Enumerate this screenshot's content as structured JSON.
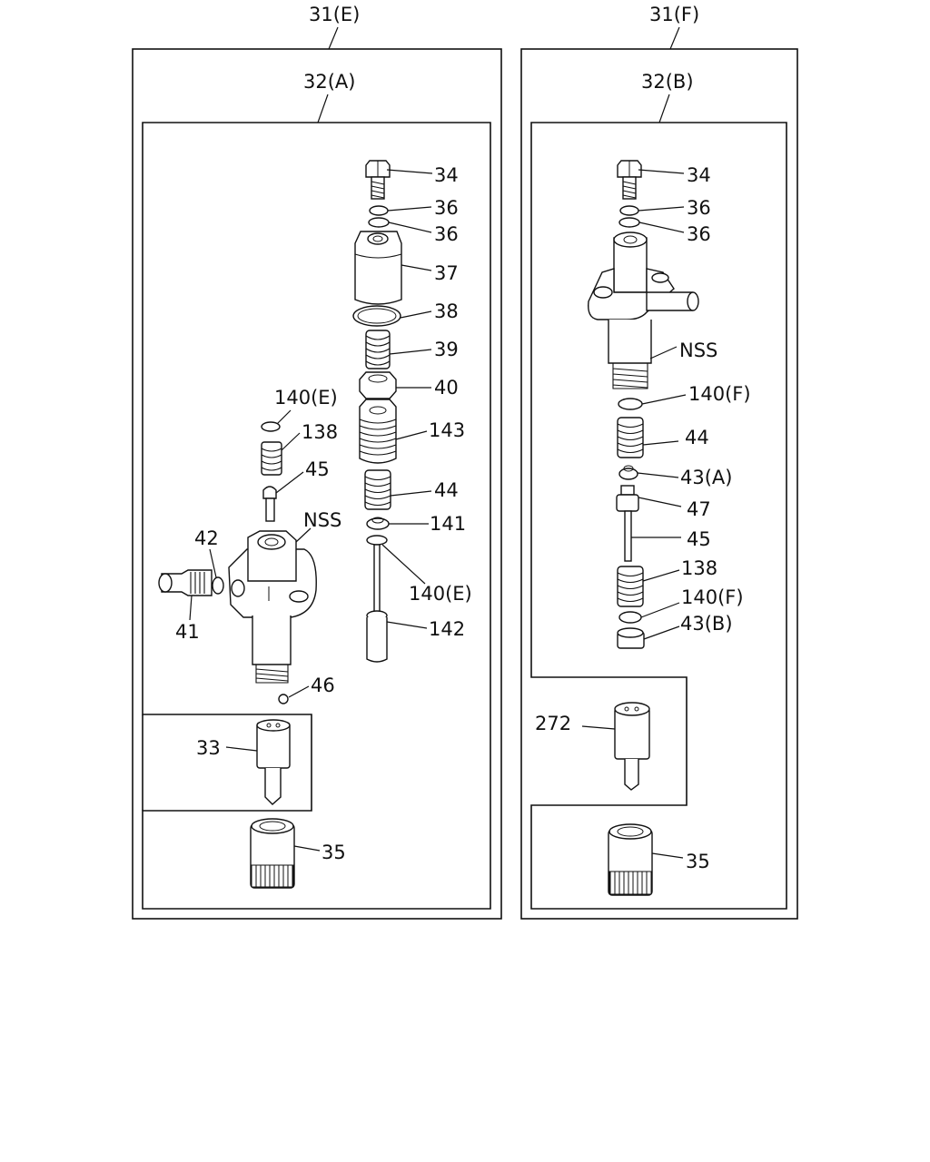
{
  "assembly_left": {
    "header": "31(E)",
    "subassembly": "32(A)"
  },
  "assembly_right": {
    "header": "31(F)",
    "subassembly": "32(B)"
  },
  "callouts_left": {
    "c34": "34",
    "c36a": "36",
    "c36b": "36",
    "c37": "37",
    "c38": "38",
    "c39": "39",
    "c40": "40",
    "c143": "143",
    "c44": "44",
    "c141": "141",
    "c140e_b": "140(E)",
    "c142": "142",
    "c140e_a": "140(E)",
    "c138": "138",
    "c45": "45",
    "cnss": "NSS",
    "c42": "42",
    "c41": "41",
    "c46": "46",
    "c33": "33",
    "c35": "35"
  },
  "callouts_right": {
    "c34": "34",
    "c36a": "36",
    "c36b": "36",
    "cnss": "NSS",
    "c140f_a": "140(F)",
    "c44": "44",
    "c43a": "43(A)",
    "c47": "47",
    "c45": "45",
    "c138": "138",
    "c140f_b": "140(F)",
    "c43b": "43(B)",
    "c272": "272",
    "c35": "35"
  }
}
